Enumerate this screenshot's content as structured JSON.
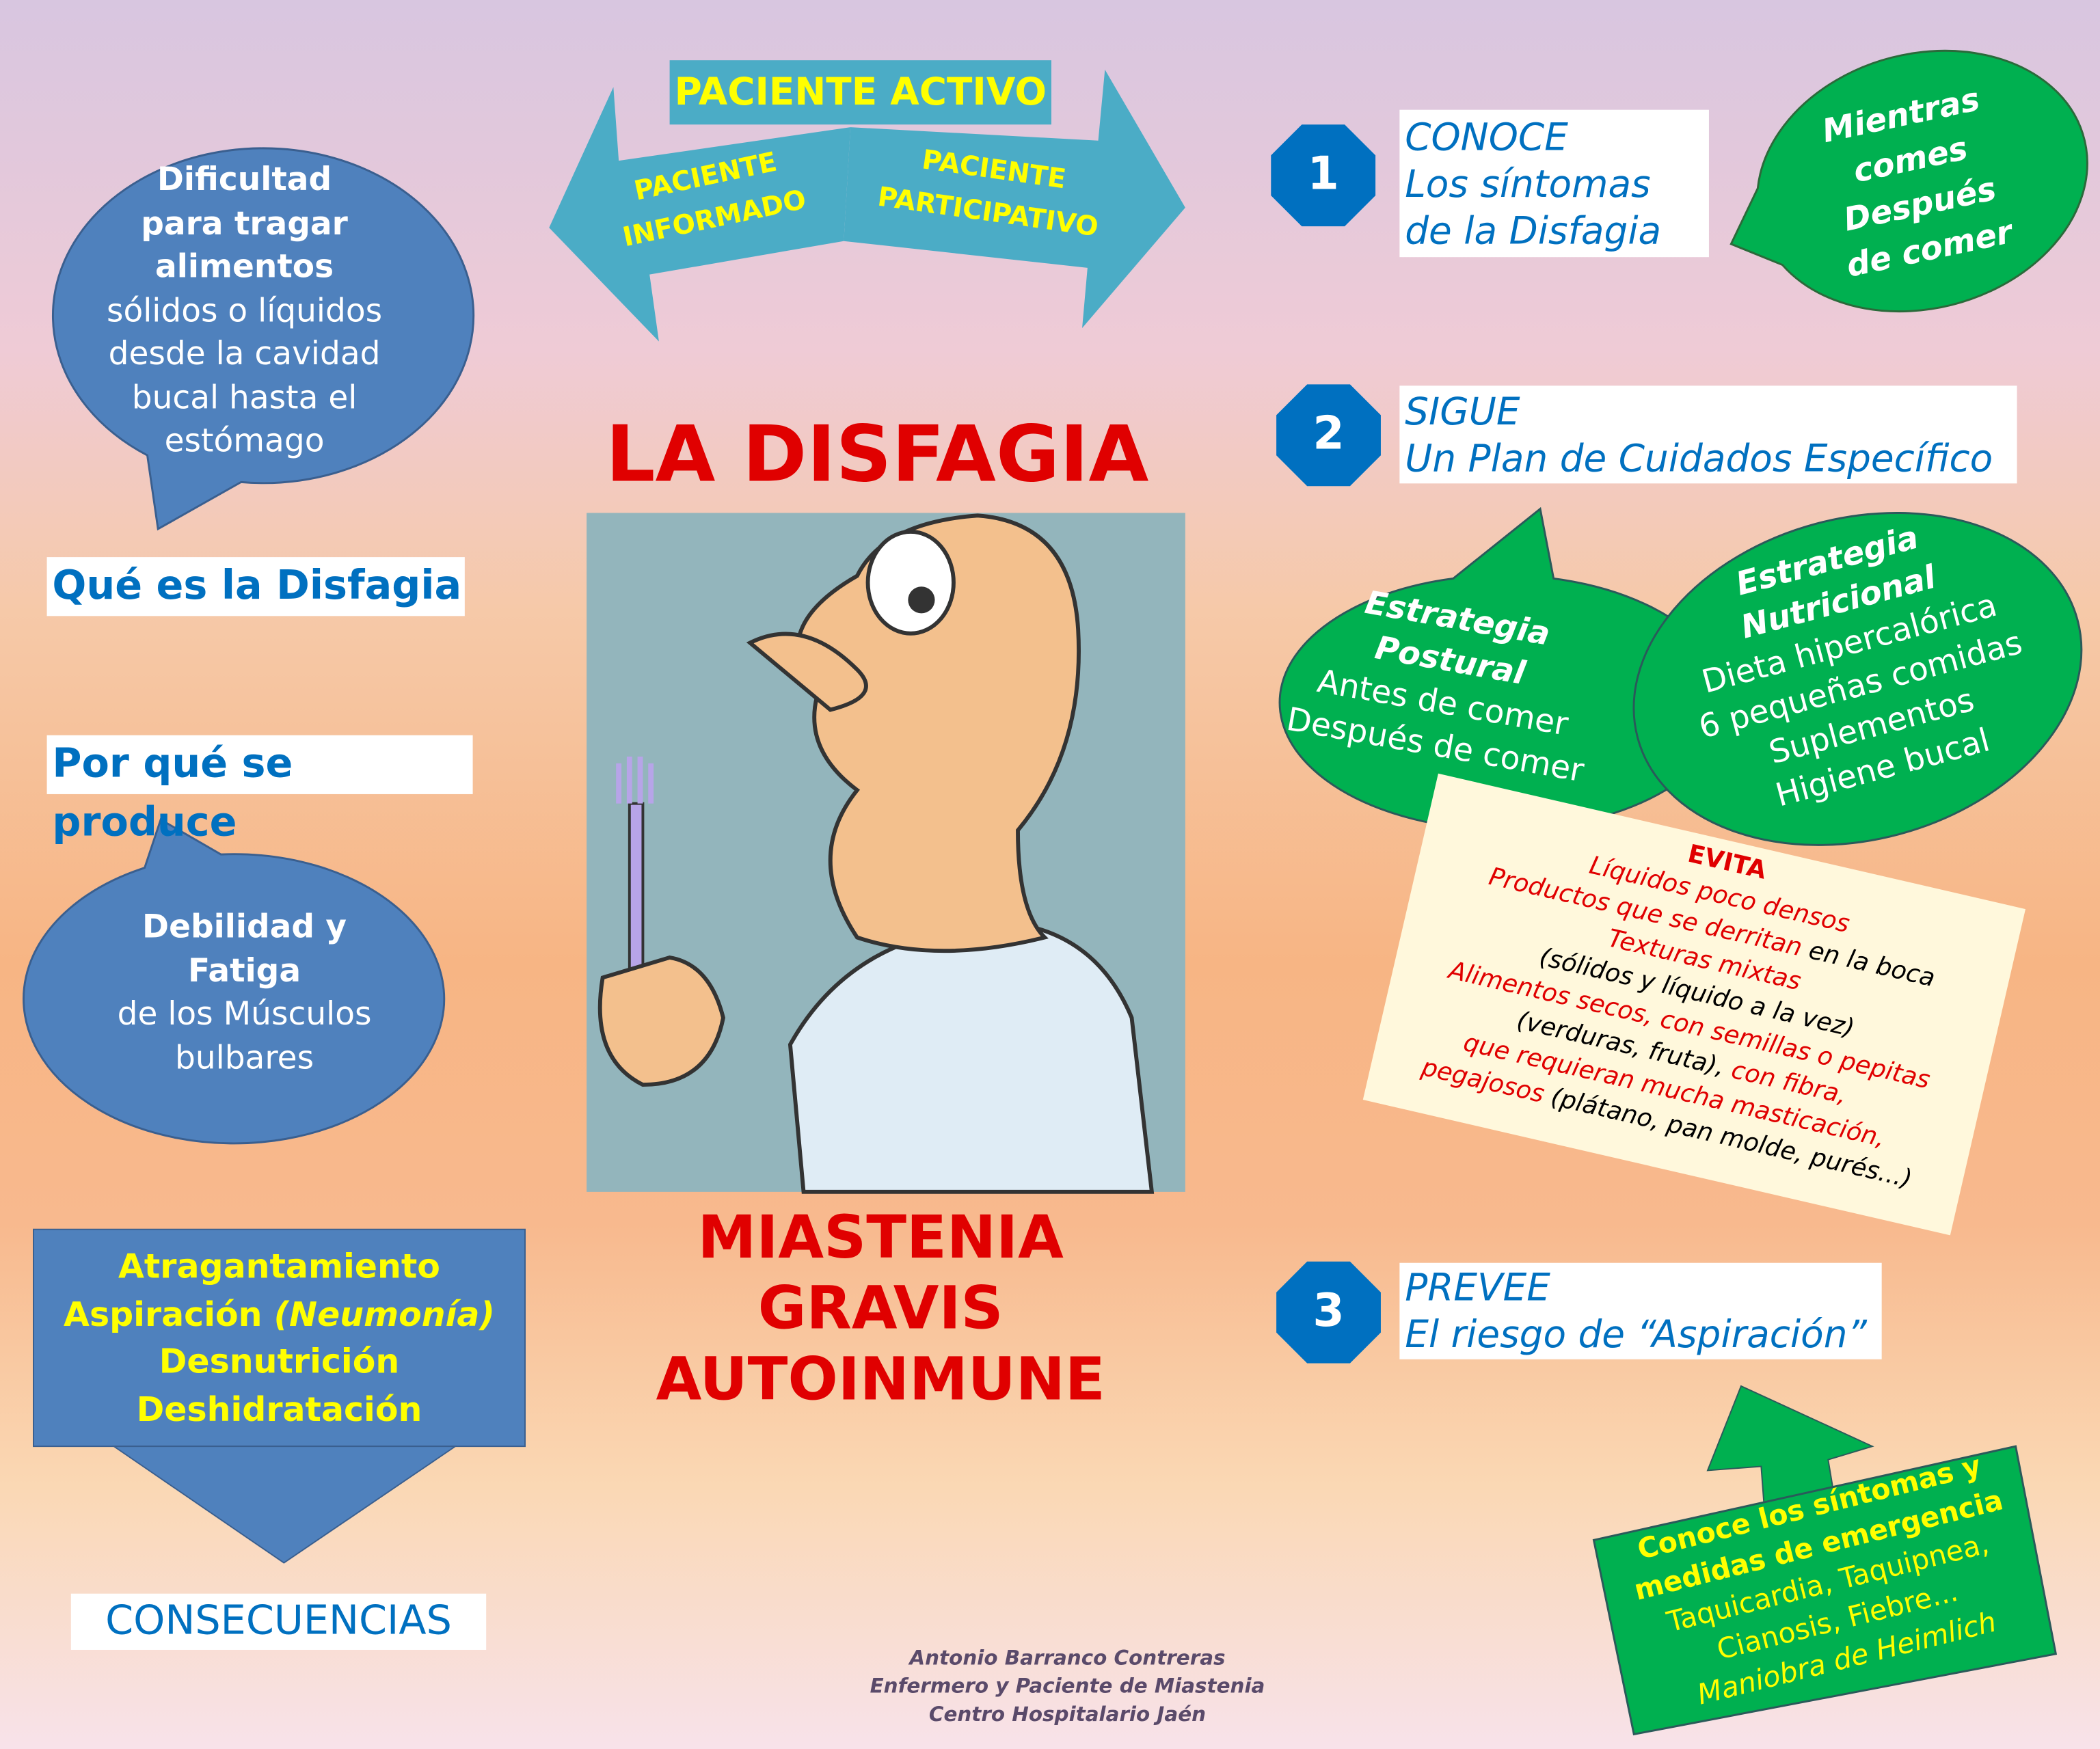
{
  "colors": {
    "blue_bubble": "#4f81bd",
    "teal": "#4bacc6",
    "green": "#00b050",
    "title_red": "#e00000",
    "link_blue": "#0070c0",
    "yellow": "#ffff00",
    "card": "#fff8dc"
  },
  "top": {
    "title": "PACIENTE ACTIVO",
    "left_arrow": [
      "PACIENTE",
      "INFORMADO"
    ],
    "right_arrow": [
      "PACIENTE",
      "PARTICIPATIVO"
    ]
  },
  "left": {
    "bubble1": {
      "bold": [
        "Dificultad",
        "para tragar",
        "alimentos"
      ],
      "normal": [
        "sólidos o líquidos",
        "desde la cavidad",
        "bucal hasta el",
        "estómago"
      ]
    },
    "what_label": "Qué es la Disfagia",
    "why_label": "Por qué se produce",
    "bubble2": {
      "bold": [
        "Debilidad y",
        "Fatiga"
      ],
      "normal": [
        "de los Músculos",
        "bulbares"
      ]
    },
    "consequences": [
      "Atragantamiento",
      "Aspiración",
      "(Neumonía)",
      "Desnutrición",
      "Deshidratación"
    ],
    "consequences_label": "CONSECUENCIAS"
  },
  "center": {
    "title": "LA DISFAGIA",
    "subtitle": [
      "MIASTENIA",
      "GRAVIS",
      "AUTOINMUNE"
    ],
    "footer": [
      "Antonio Barranco Contreras",
      "Enfermero y Paciente de Miastenia",
      "Centro Hospitalario Jaén"
    ]
  },
  "right": {
    "step1": {
      "number": "1",
      "title": "CONOCE",
      "lines": [
        "Los síntomas",
        "de la Disfagia"
      ]
    },
    "bubble_when": [
      "Mientras",
      "comes",
      "Después",
      "de comer"
    ],
    "step2": {
      "number": "2",
      "title": "SIGUE",
      "lines": [
        "Un Plan de Cuidados Específico"
      ]
    },
    "postural": {
      "title": [
        "Estrategia",
        "Postural"
      ],
      "lines": [
        "Antes de comer",
        "Después de comer"
      ]
    },
    "nutricional": {
      "title": [
        "Estrategia",
        "Nutricional"
      ],
      "lines": [
        "Dieta hipercalórica",
        "6 pequeñas comidas",
        "Suplementos",
        "Higiene bucal"
      ]
    },
    "evita": {
      "title": "EVITA",
      "l1": "Líquidos poco densos",
      "l2a": "Productos que se derritan",
      "l2b": "en la boca",
      "l3": "Texturas mixtas",
      "l4": "(sólidos y líquido a la vez)",
      "l5a": "Alimentos secos, con semillas",
      "l5b": "o pepitas",
      "l6a": "(verduras, fruta),",
      "l6b": "con fibra,",
      "l7": "que requieran mucha masticación,",
      "l8a": "pegajosos",
      "l8b": "(plátano, pan molde, purés...)"
    },
    "step3": {
      "number": "3",
      "title": "PREVEE",
      "lines": [
        "El riesgo de “Aspiración”"
      ]
    },
    "emergency": {
      "bold": [
        "Conoce los síntomas y",
        "medidas de emergencia"
      ],
      "normal": [
        "Taquicardia, Taquipnea,",
        "Cianosis, Fiebre..."
      ],
      "italic": "Maniobra de Heimlich"
    }
  }
}
